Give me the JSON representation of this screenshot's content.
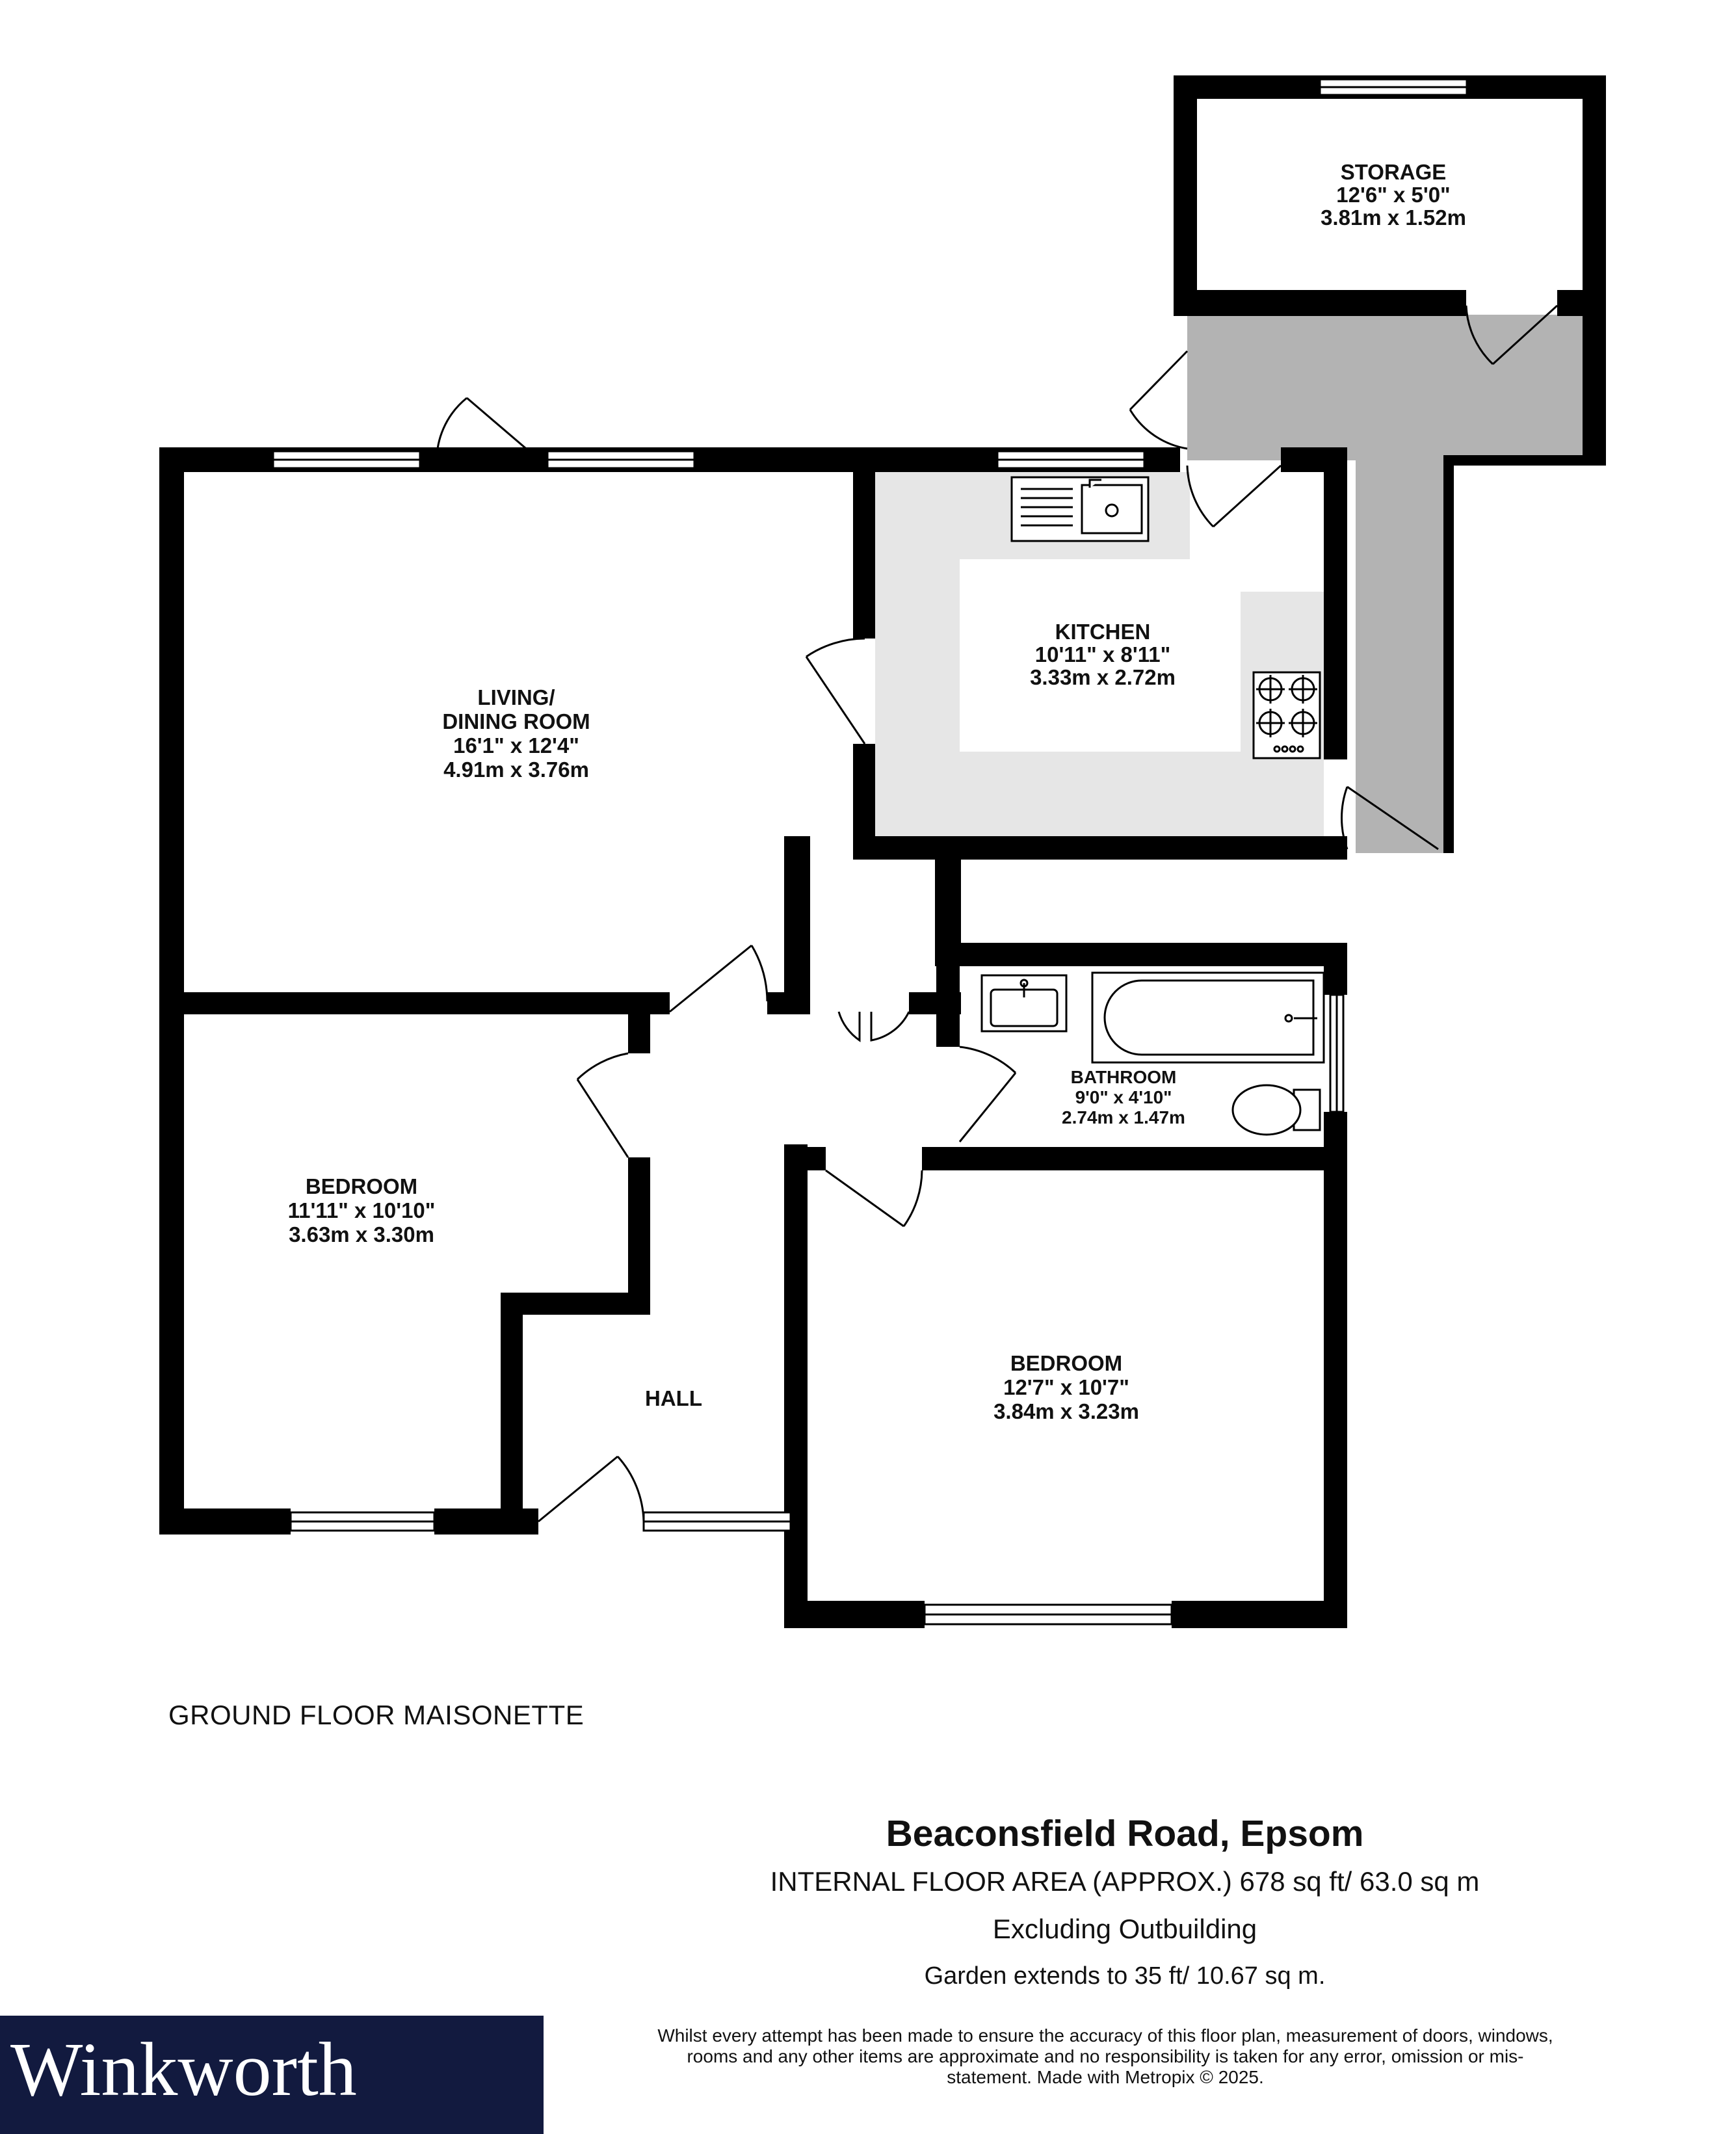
{
  "rooms": {
    "storage": {
      "name": "STORAGE",
      "imperial": "12'6\"  x 5'0\"",
      "metric": "3.81m  x 1.52m"
    },
    "kitchen": {
      "name": "KITCHEN",
      "imperial": "10'11\"  x 8'11\"",
      "metric": "3.33m  x 2.72m"
    },
    "living": {
      "name_line1": "LIVING/",
      "name_line2": "DINING ROOM",
      "imperial": "16'1\"  x 12'4\"",
      "metric": "4.91m  x 3.76m"
    },
    "bathroom": {
      "name": "BATHROOM",
      "imperial": "9'0\"  x 4'10\"",
      "metric": "2.74m  x 1.47m"
    },
    "bedroom1": {
      "name": "BEDROOM",
      "imperial": "11'11\"  x 10'10\"",
      "metric": "3.63m  x 3.30m"
    },
    "bedroom2": {
      "name": "BEDROOM",
      "imperial": "12'7\"  x 10'7\"",
      "metric": "3.84m  x 3.23m"
    },
    "hall": {
      "name": "HALL"
    }
  },
  "floor_name": "GROUND FLOOR MAISONETTE",
  "address": "Beaconsfield Road, Epsom",
  "internal_area": "INTERNAL FLOOR AREA (APPROX.) 678 sq ft/ 63.0 sq m",
  "excluding": "Excluding Outbuilding",
  "garden": "Garden extends to 35 ft/ 10.67 sq m.",
  "disclaimer": "Whilst every attempt has been made to ensure the accuracy of this floor plan, measurement of doors, windows, rooms and any other items are approximate and no responsibility is taken for any error, omission or mis-statement. Made with Metropix © 2025.",
  "logo": "Winkworth",
  "colors": {
    "wall": "#000000",
    "outbuilding": "#b3b3b3",
    "kitchen_fitting": "#e6e6e6",
    "logo_background": "#121a3f"
  }
}
